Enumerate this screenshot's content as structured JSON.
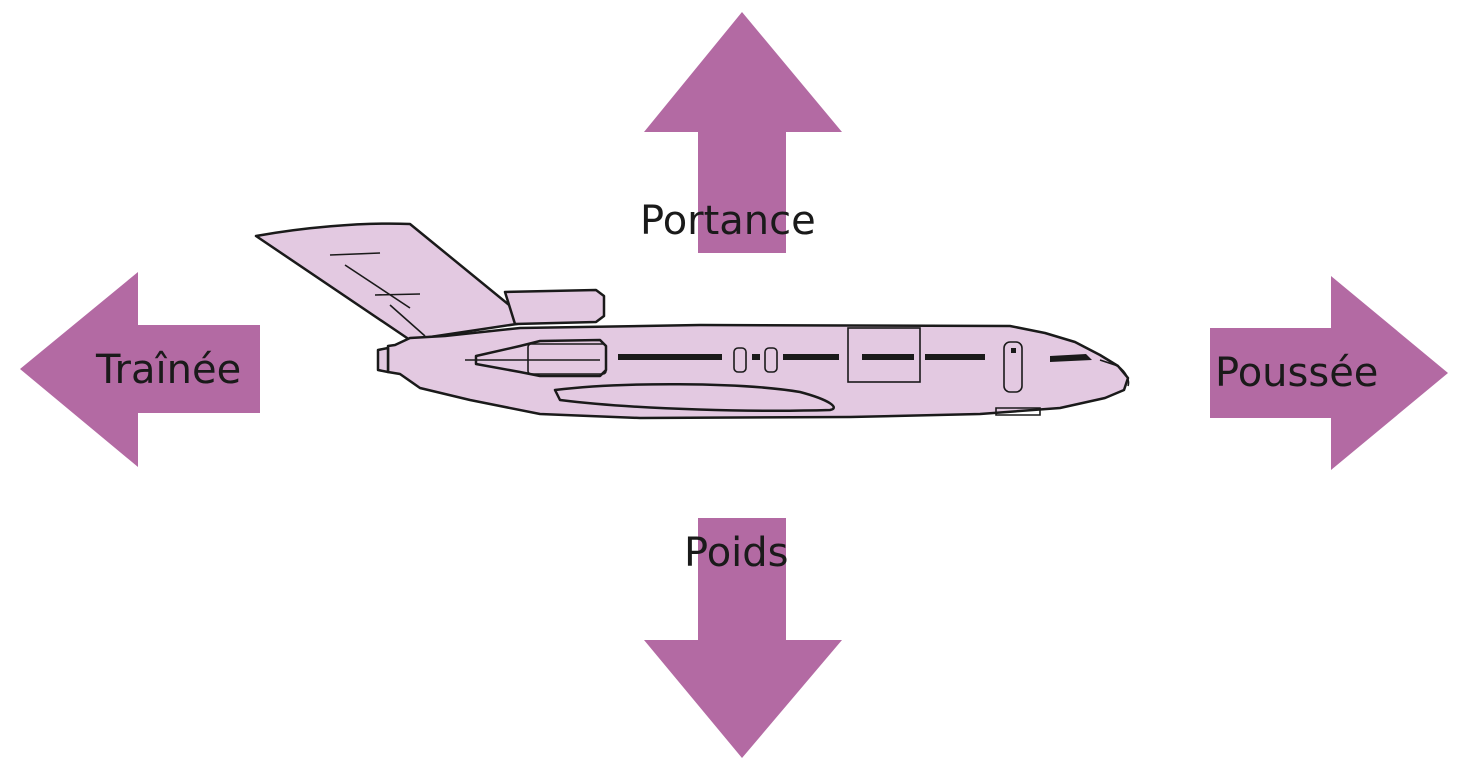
{
  "colors": {
    "arrow_fill": "#b36aa3",
    "plane_fill": "#e3c9e1",
    "plane_outline": "#1a1a1a"
  },
  "forces": {
    "lift": {
      "label": "Portance",
      "direction": "up"
    },
    "weight": {
      "label": "Poids",
      "direction": "down"
    },
    "drag": {
      "label": "Traînée",
      "direction": "left"
    },
    "thrust": {
      "label": "Poussée",
      "direction": "right"
    }
  },
  "airplane": {
    "icon": "airplane-side-view-icon"
  }
}
